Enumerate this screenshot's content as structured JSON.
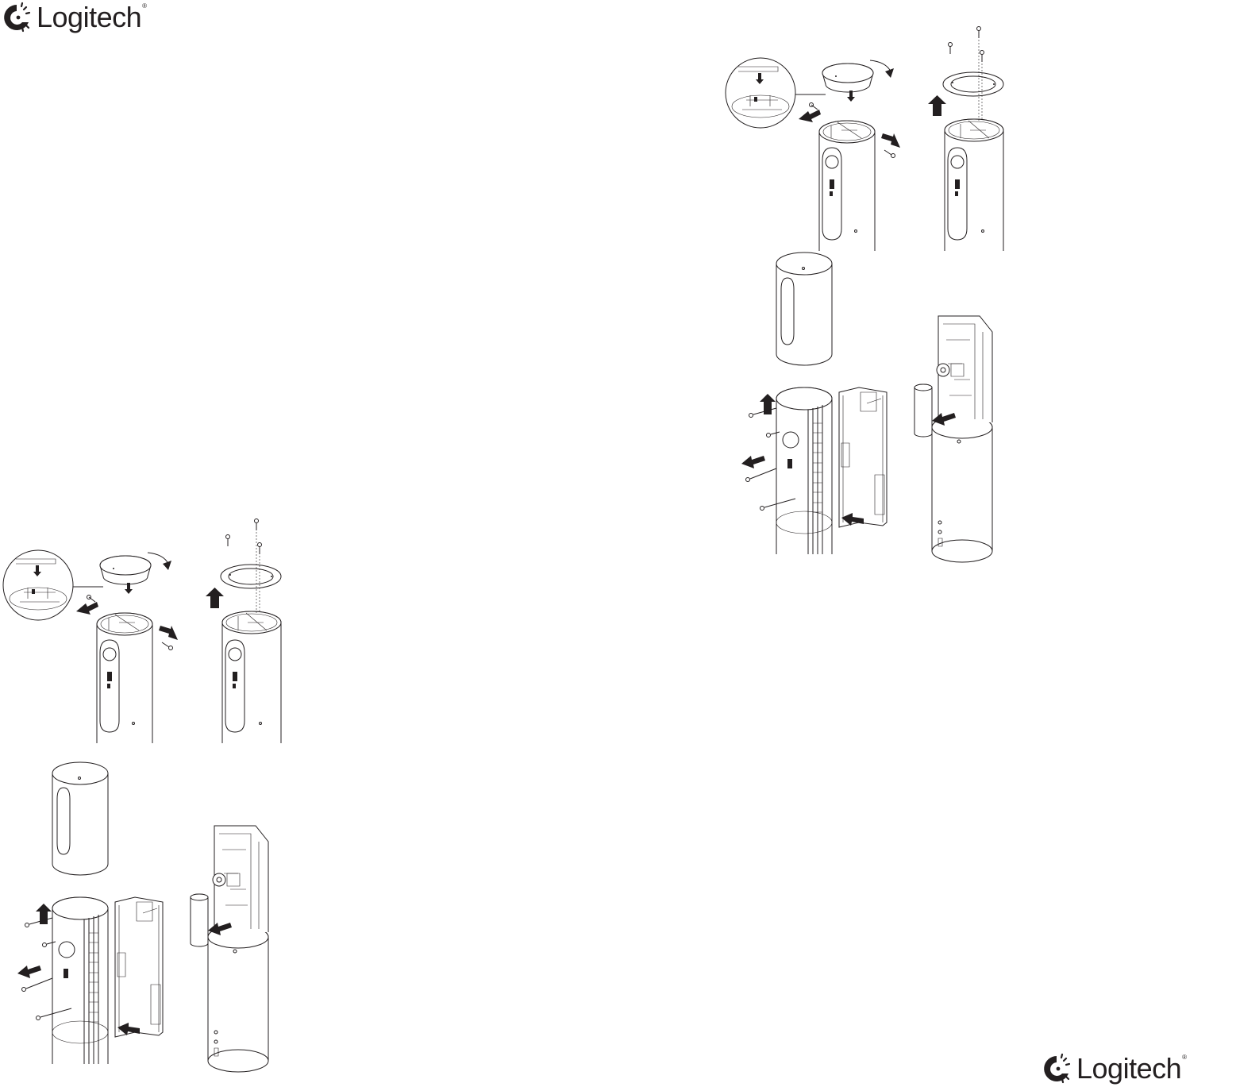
{
  "brand": {
    "name": "Logitech",
    "registered": "®",
    "colors": {
      "ink": "#231f20",
      "paper": "#ffffff"
    }
  },
  "figures": [
    {
      "id": "top-cover-removal",
      "panels": [
        "twist-off-top-with-magnified-view",
        "remove-top-ring-screws"
      ]
    },
    {
      "id": "shell-removal",
      "panels": [
        "lift-outer-sleeve-remove-side-screws",
        "open-inner-housing"
      ]
    }
  ]
}
